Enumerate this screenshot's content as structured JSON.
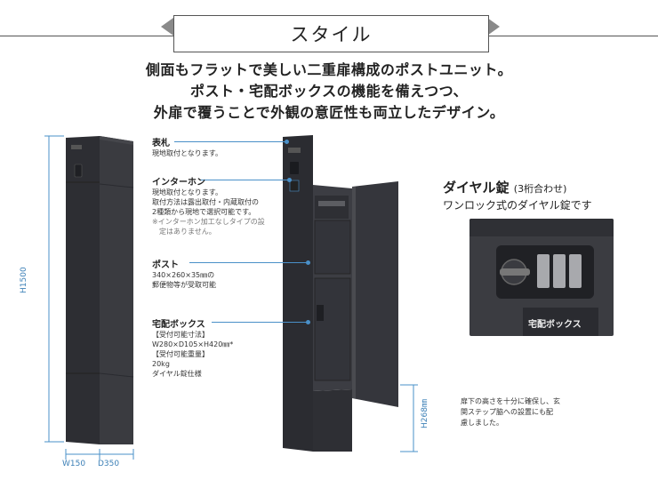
{
  "banner": {
    "title": "スタイル"
  },
  "headline": [
    "側面もフラットで美しい二重扉構成のポストユニット。",
    "ポスト・宅配ボックスの機能を備えつつ、",
    "外扉で覆うことで外観の意匠性も両立したデザイン。"
  ],
  "dimensions": {
    "height": "H1500",
    "width": "W150",
    "depth": "D350",
    "clearance": "H268㎜"
  },
  "callouts": {
    "nameplate": {
      "title": "表札",
      "lines": [
        "現地取付となります。"
      ]
    },
    "intercom": {
      "title": "インターホン",
      "lines": [
        "現地取付となります。",
        "取付方法は露出取付・内蔵取付の",
        "2種類から現地で選択可能です。"
      ],
      "note": [
        "※インターホン加工なしタイプの設",
        "　定はありません。"
      ]
    },
    "post": {
      "title": "ポスト",
      "lines": [
        "340×260×35㎜の",
        "郵便物等が受取可能"
      ]
    },
    "delivery": {
      "title": "宅配ボックス",
      "lines": [
        "【受付可能寸法】",
        "W280×D105×H420㎜*",
        "【受付可能重量】",
        "20kg",
        "ダイヤル錠仕様"
      ]
    }
  },
  "dial_lock": {
    "title": "ダイヤル錠",
    "title_note": "(3桁合わせ)",
    "subtitle": "ワンロック式のダイヤル錠です",
    "plate": "宅配ボックス"
  },
  "footnote": [
    "扉下の高さを十分に確保し、玄",
    "関ステップ脇への設置にも配",
    "慮しました。"
  ],
  "colors": {
    "accent": "#4a90c8",
    "unit": "#2d2e33"
  }
}
